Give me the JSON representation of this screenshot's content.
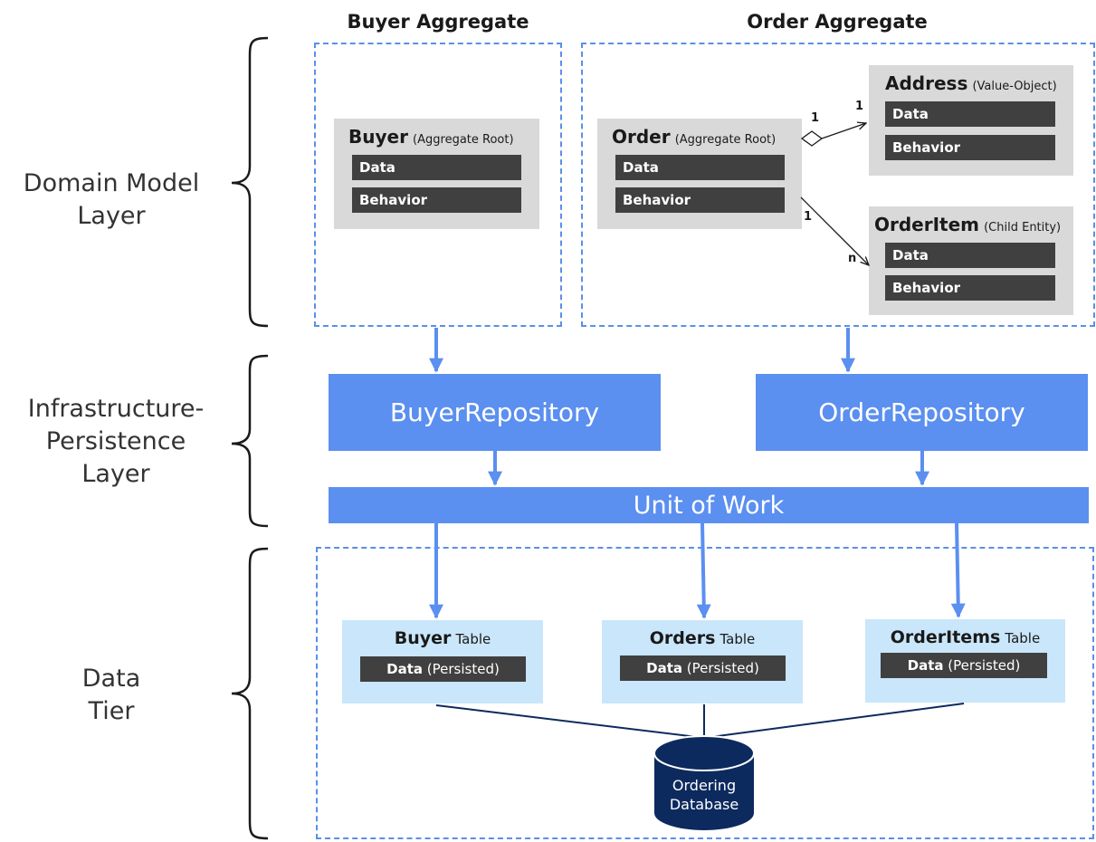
{
  "layers": {
    "domain": "Domain Model\nLayer",
    "infra": "Infrastructure-\nPersistence\nLayer",
    "data": "Data\nTier"
  },
  "aggregates": {
    "buyer_title": "Buyer Aggregate",
    "order_title": "Order Aggregate"
  },
  "entities": {
    "buyer": {
      "name": "Buyer",
      "stereotype": "(Aggregate Root)",
      "data": "Data",
      "behavior": "Behavior"
    },
    "order": {
      "name": "Order",
      "stereotype": "(Aggregate Root)",
      "data": "Data",
      "behavior": "Behavior"
    },
    "address": {
      "name": "Address",
      "stereotype": "(Value-Object)",
      "data": "Data",
      "behavior": "Behavior"
    },
    "orderitem": {
      "name": "OrderItem",
      "stereotype": "(Child Entity)",
      "data": "Data",
      "behavior": "Behavior"
    }
  },
  "multiplicities": {
    "order_address_src": "1",
    "order_address_dst": "1",
    "order_item_src": "1",
    "order_item_dst": "n"
  },
  "repositories": {
    "buyer": "BuyerRepository",
    "order": "OrderRepository"
  },
  "unit_of_work": "Unit of Work",
  "tables": {
    "buyer": {
      "name": "Buyer",
      "suffix": "Table",
      "data": "Data",
      "persisted": "(Persisted)"
    },
    "orders": {
      "name": "Orders",
      "suffix": "Table",
      "data": "Data",
      "persisted": "(Persisted)"
    },
    "orderitems": {
      "name": "OrderItems",
      "suffix": "Table",
      "data": "Data",
      "persisted": "(Persisted)"
    }
  },
  "database": {
    "line1": "Ordering",
    "line2": "Database"
  },
  "colors": {
    "accent_blue": "#5b8ff0",
    "dashed_blue": "#5b8fe8",
    "entity_gray": "#d9d9d9",
    "bar_dark": "#404040",
    "table_light_blue": "#c9e6fb",
    "db_navy": "#0d2a5e"
  }
}
